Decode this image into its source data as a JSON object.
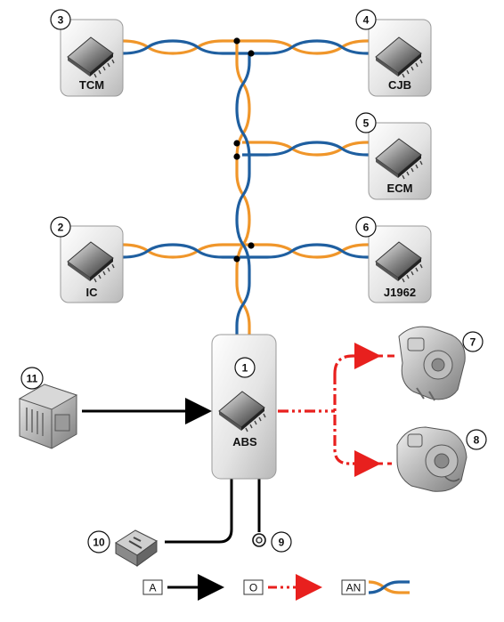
{
  "modules": {
    "abs": {
      "number": "1",
      "label": "ABS"
    },
    "ic": {
      "number": "2",
      "label": "IC"
    },
    "tcm": {
      "number": "3",
      "label": "TCM"
    },
    "cjb": {
      "number": "4",
      "label": "CJB"
    },
    "ecm": {
      "number": "5",
      "label": "ECM"
    },
    "j1962": {
      "number": "6",
      "label": "J1962"
    }
  },
  "components": {
    "front_sensor": {
      "number": "7"
    },
    "rear_sensor": {
      "number": "8"
    },
    "ground": {
      "number": "9"
    },
    "fuse": {
      "number": "10"
    },
    "battery": {
      "number": "11"
    }
  },
  "legend": {
    "a_label": "A",
    "o_label": "O",
    "an_label": "AN"
  },
  "colors": {
    "bus_orange": "#f0962a",
    "bus_blue": "#1f5fa0",
    "output_red": "#e8201e",
    "hardwire_black": "#000000"
  }
}
